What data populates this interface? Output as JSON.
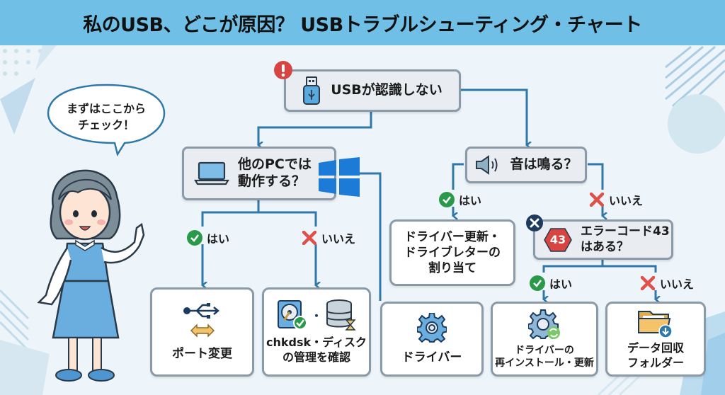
{
  "header": {
    "title": "私のUSB、どこが原因？ USBトラブルシューティング・チャート"
  },
  "colors": {
    "header_bg": "#6fbfe6",
    "line": "#2f78aa",
    "yes": "#2a9a4a",
    "no": "#e0504a",
    "alert": "#d64541",
    "node_bg": "#e9edf1"
  },
  "speech_bubble": {
    "line1": "まずはここから",
    "line2": "チェック！"
  },
  "nodes": {
    "start": {
      "label": "USBが認識しない",
      "icon": "usb-drive-icon",
      "badge": "alert-icon"
    },
    "other_pc": {
      "line1": "他のPCでは",
      "line2": "動作する？",
      "icon": "laptop-icon",
      "side_icon": "windows-logo-icon"
    },
    "sound": {
      "label": "音は鳴る？",
      "icon": "speaker-icon"
    },
    "error43": {
      "line1": "エラーコード43",
      "line2": "はある？",
      "icon_text": "43",
      "badge": "close-icon"
    }
  },
  "branches": {
    "yes": "はい",
    "no": "いいえ"
  },
  "results": {
    "port": {
      "label": "ポート変更",
      "icon": "usb-port-swap-icon"
    },
    "chkdsk": {
      "line1": "chkdsk・ディスク",
      "line2": "の管理を確認",
      "icon": "disk-check-icon",
      "separator": "・"
    },
    "driver": {
      "label": "ドライバー",
      "icon": "gear-icon"
    },
    "driver_letter": {
      "line1": "ドライバー更新・",
      "line2": "ドライブレターの",
      "line3": "割り当て"
    },
    "reinstall": {
      "line1": "ドライバーの",
      "line2": "再インストール・更新",
      "icon": "gear-refresh-icon"
    },
    "recovery": {
      "line1": "データ回収",
      "line2": "フォルダー",
      "icon": "folder-download-icon"
    }
  }
}
